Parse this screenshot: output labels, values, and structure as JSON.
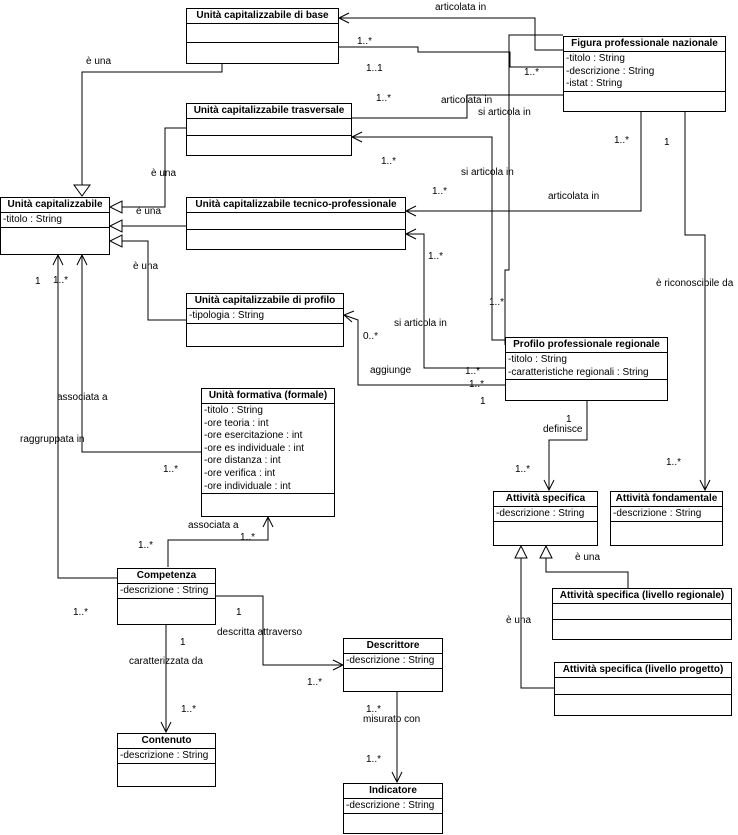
{
  "classes": {
    "ucb": {
      "name": "Unità capitalizzabile di base",
      "attributes": []
    },
    "fpn": {
      "name": "Figura professionale nazionale",
      "attributes": [
        "-titolo : String",
        "-descrizione : String",
        "-istat : String"
      ]
    },
    "uct": {
      "name": "Unità capitalizzabile trasversale",
      "attributes": []
    },
    "uc": {
      "name": "Unità capitalizzabile",
      "attributes": [
        "-titolo : String"
      ]
    },
    "uctp": {
      "name": "Unità capitalizzabile tecnico-professionale",
      "attributes": []
    },
    "ucp": {
      "name": "Unità capitalizzabile di profilo",
      "attributes": [
        "-tipologia : String"
      ]
    },
    "ppr": {
      "name": "Profilo professionale regionale",
      "attributes": [
        "-titolo : String",
        "-caratteristiche regionali : String"
      ]
    },
    "uf": {
      "name": "Unità formativa (formale)",
      "attributes": [
        "-titolo : String",
        "-ore teoria : int",
        "-ore esercitazione : int",
        "-ore es individuale : int",
        "-ore distanza : int",
        "-ore verifica : int",
        "-ore individuale : int"
      ]
    },
    "as": {
      "name": "Attività specifica",
      "attributes": [
        "-descrizione : String"
      ]
    },
    "af": {
      "name": "Attività fondamentale",
      "attributes": [
        "-descrizione : String"
      ]
    },
    "comp": {
      "name": "Competenza",
      "attributes": [
        "-descrizione : String"
      ]
    },
    "asr": {
      "name": "Attività specifica (livello regionale)",
      "attributes": []
    },
    "desc": {
      "name": "Descrittore",
      "attributes": [
        "-descrizione : String"
      ]
    },
    "asp": {
      "name": "Attività specifica (livello progetto)",
      "attributes": []
    },
    "cont": {
      "name": "Contenuto",
      "attributes": [
        "-descrizione : String"
      ]
    },
    "ind": {
      "name": "Indicatore",
      "attributes": [
        "-descrizione : String"
      ]
    }
  },
  "labels": {
    "articolata_in_1": "articolata in",
    "e_una_1": "è una",
    "m_1star_a": "1..*",
    "m_1_1": "1..1",
    "m_1star_fpn": "1..*",
    "m_1star_uct": "1..*",
    "articolata_in_2": "articolata in",
    "si_articola_in_1": "si articola in",
    "m_1star_fpn2": "1..*",
    "m_1_fpn": "1",
    "e_una_2": "è una",
    "m_1star_uct2": "1..*",
    "si_articola_in_2": "si articola in",
    "e_una_3": "è una",
    "m_1star_uctp": "1..*",
    "articolata_in_3": "articolata in",
    "e_una_4": "è una",
    "m_1star_uctp2": "1..*",
    "e_riconoscibile_da": "è riconoscibile da",
    "m_1_uc": "1",
    "m_1star_uc": "1..*",
    "m_1star_ppr": "1..*",
    "si_articola_in_3": "si articola in",
    "m_0star": "0..*",
    "aggiunge": "aggiunge",
    "m_1star_ppr2": "1..*",
    "m_1star_ppr3": "1..*",
    "m_1_ppr": "1",
    "associata_a_1": "associata a",
    "m_1_def": "1",
    "definisce": "definisce",
    "raggruppata_in": "raggruppata in",
    "m_1star_uf": "1..*",
    "m_1star_as": "1..*",
    "m_1star_af": "1..*",
    "associata_a_2": "associata a",
    "m_1star_comp": "1..*",
    "m_1star_uf2": "1..*",
    "e_una_5": "è una",
    "m_1star_comp2": "1..*",
    "m_1_comp": "1",
    "descritta_attraverso": "descritta attraverso",
    "e_una_6": "è una",
    "m_1_comp2": "1",
    "caratterizzata_da": "caratterizzata da",
    "m_1star_desc": "1..*",
    "m_1star_desc2": "1..*",
    "misurato_con": "misurato con",
    "m_1star_cont": "1..*",
    "m_1star_ind": "1..*"
  }
}
